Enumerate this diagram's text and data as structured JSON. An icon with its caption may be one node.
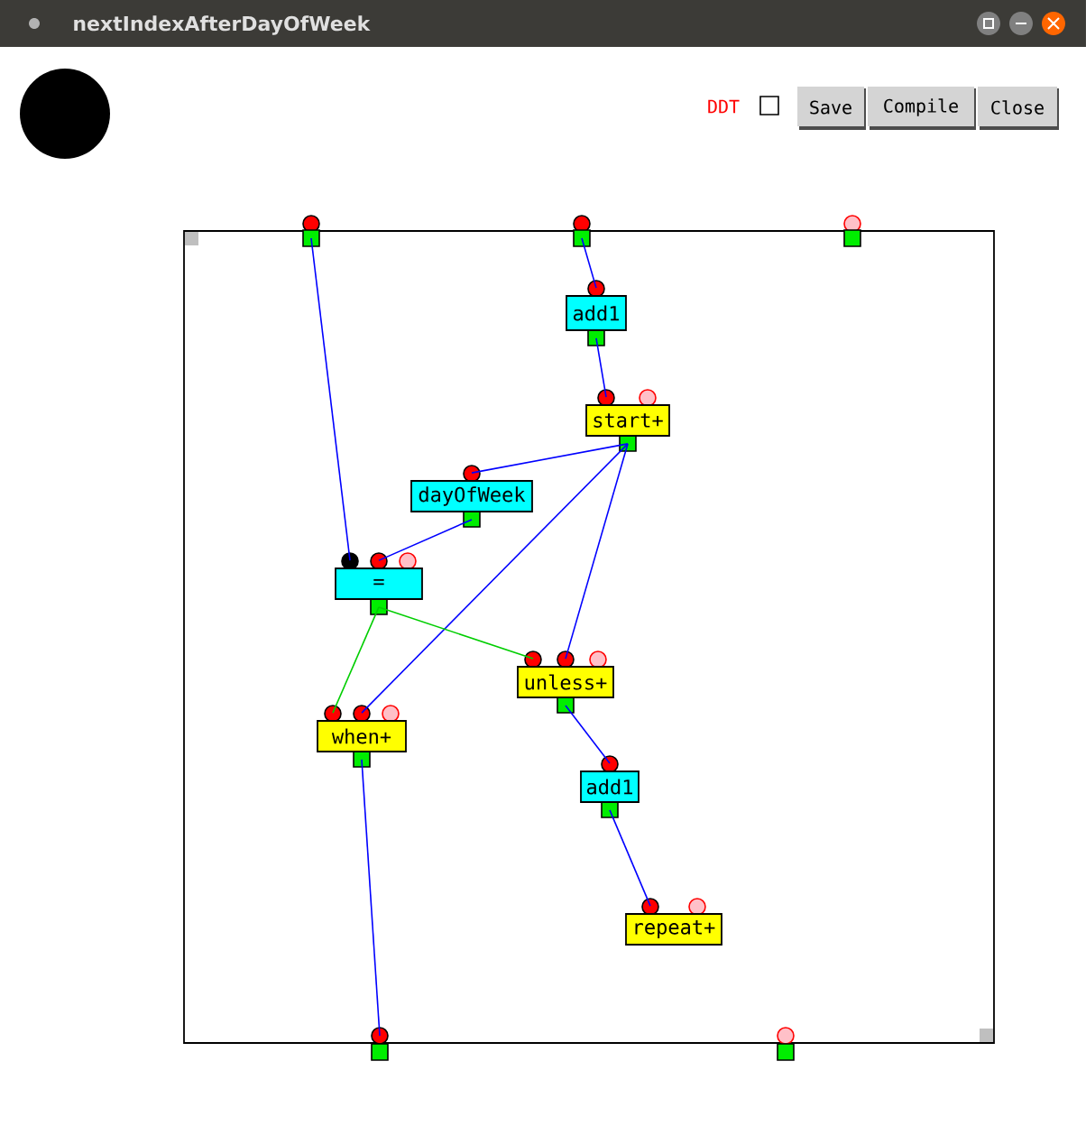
{
  "diagram": {
    "title": "nextIndexAfterDayOfWeek",
    "nodes": [
      {
        "text": [],
        "shape": "box"
      },
      {
        "text": [],
        "shape": "box"
      },
      {
        "text": [],
        "shape": "box"
      },
      {
        "text": [
          "add1"
        ]
      },
      {
        "text": [
          "start+"
        ]
      },
      {
        "text": [
          "dayOfWeek"
        ]
      },
      {
        "text": [
          "="
        ]
      },
      {
        "text": [
          "unless+"
        ]
      },
      {
        "text": [
          "when+"
        ]
      },
      {
        "text": [
          "add1"
        ]
      },
      {
        "text": [
          "repeat+"
        ]
      },
      {
        "text": [],
        "shape": "box"
      },
      {
        "text": [],
        "shape": "box"
      }
    ],
    "edges": [
      {
        "from": 0,
        "to": 6,
        "arrow": "none"
      },
      {
        "from": 1,
        "to": 3,
        "arrow": "none"
      },
      {
        "from": 3,
        "to": 4,
        "arrow": "none"
      },
      {
        "from": 4,
        "to": 5,
        "arrow": "none"
      },
      {
        "from": 5,
        "to": 6,
        "arrow": "none"
      },
      {
        "from": 4,
        "to": 8,
        "arrow": "none"
      },
      {
        "from": 4,
        "to": 7,
        "arrow": "none"
      },
      {
        "from": 6,
        "to": 8,
        "arrow": "none",
        "color": "#00dd00"
      },
      {
        "from": 6,
        "to": 7,
        "arrow": "none",
        "color": "#00dd00"
      },
      {
        "from": 7,
        "to": 9,
        "arrow": "none"
      },
      {
        "from": 9,
        "to": 10,
        "arrow": "none"
      },
      {
        "from": 8,
        "to": 11,
        "arrow": "none"
      }
    ],
    "labels": [
      "DDT",
      "Save",
      "Compile",
      "Close"
    ]
  }
}
